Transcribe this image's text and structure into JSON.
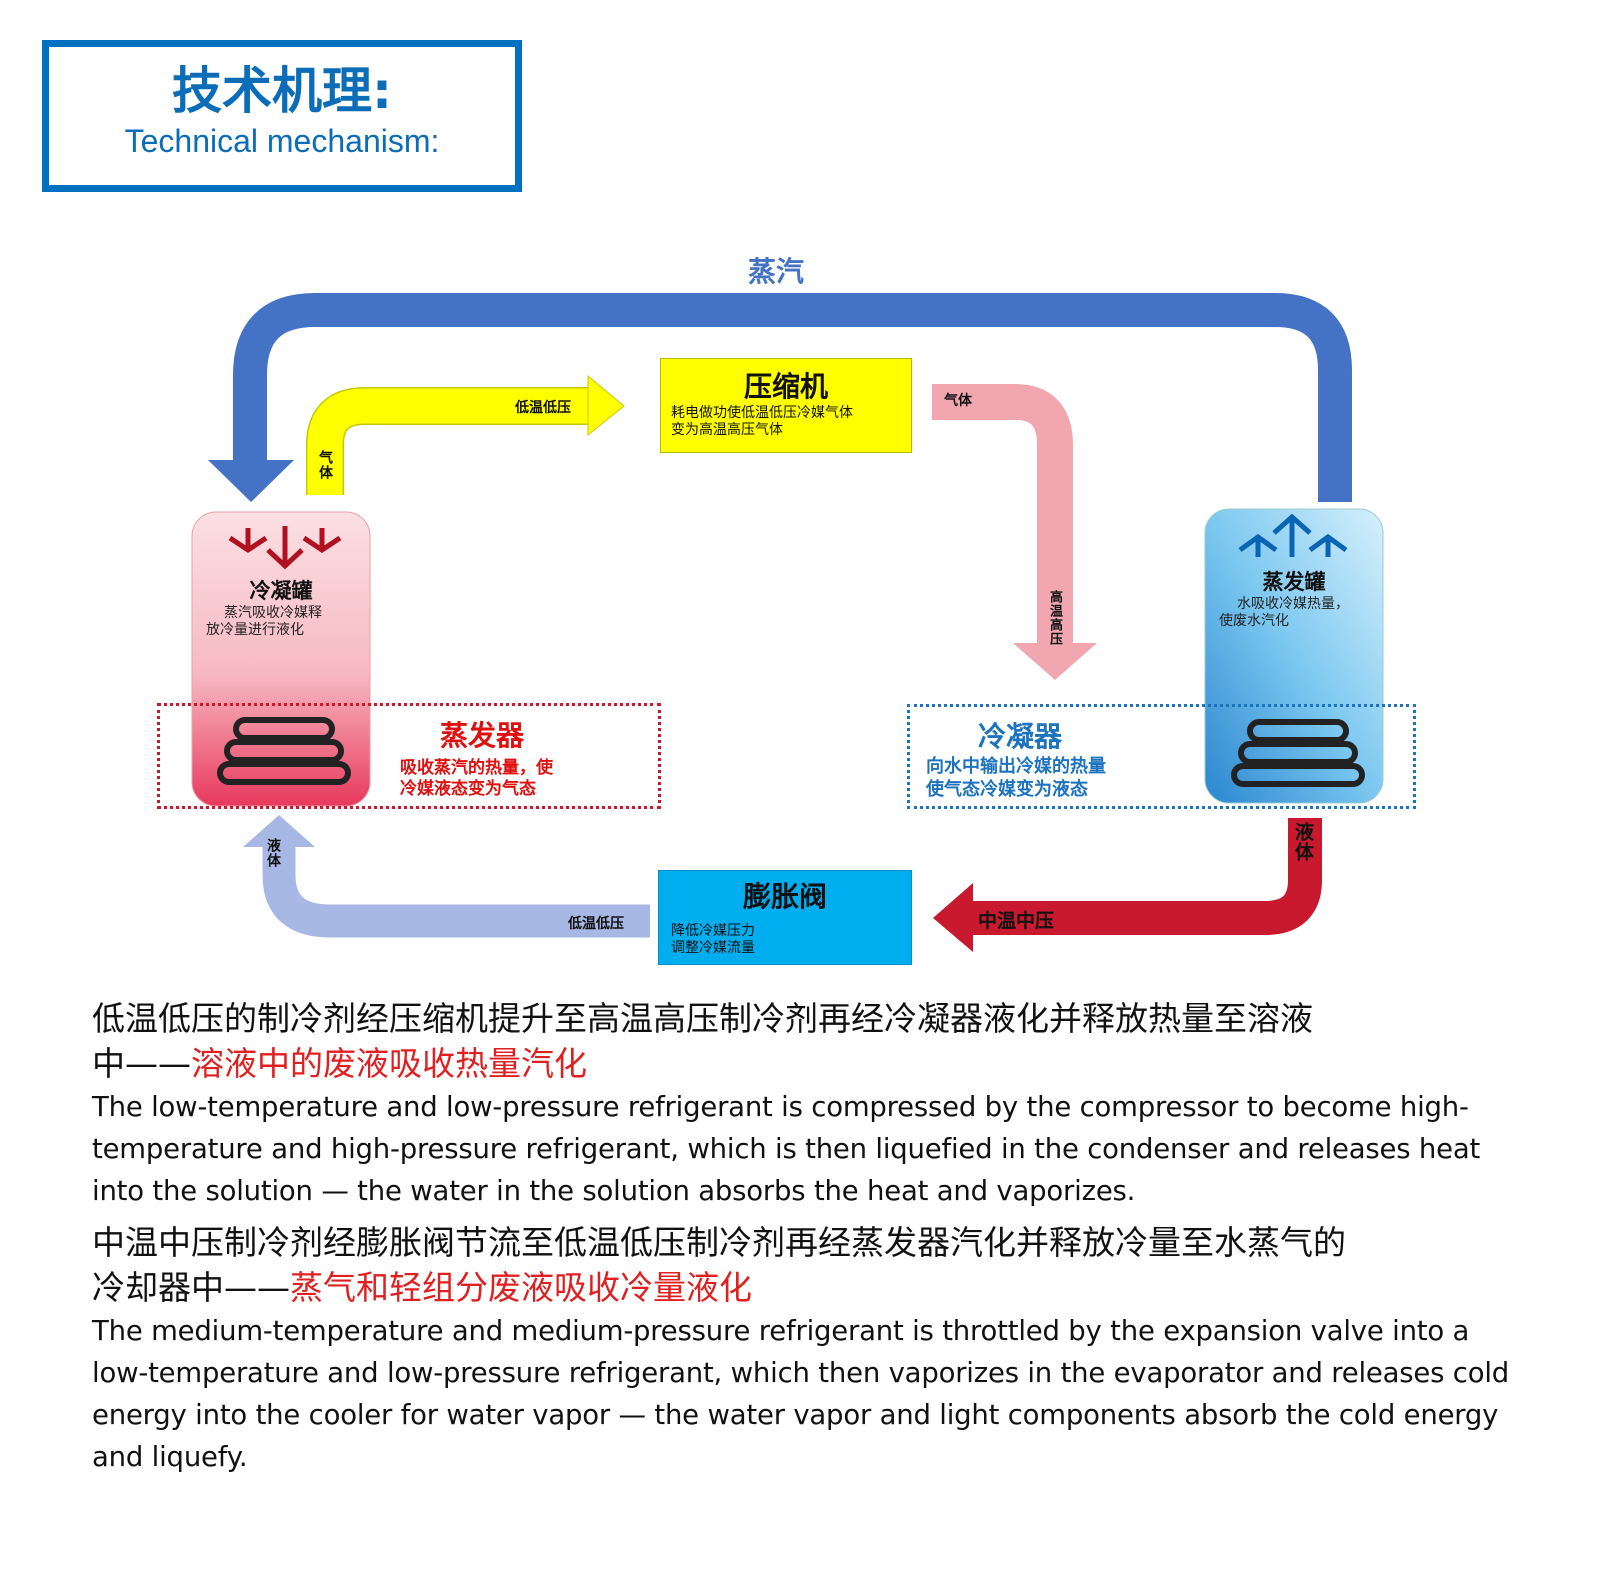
{
  "title": {
    "zh": "技术机理:",
    "en": "Technical mechanism:"
  },
  "diagram": {
    "steam_label": "蒸汽",
    "compressor": {
      "title": "压缩机",
      "desc1": "耗电做功使低温低压冷媒气体",
      "desc2": "变为高温高压气体"
    },
    "expansion_valve": {
      "title": "膨胀阀",
      "desc1": "降低冷媒压力",
      "desc2": "调整冷媒流量"
    },
    "condensing_tank": {
      "title": "冷凝罐",
      "desc1": "蒸汽吸收冷媒释",
      "desc2": "放冷量进行液化"
    },
    "evaporating_tank": {
      "title": "蒸发罐",
      "desc1": "水吸收冷媒热量，",
      "desc2": "使废水汽化"
    },
    "evaporator": {
      "title": "蒸发器",
      "desc1": "吸收蒸汽的热量，使",
      "desc2": "冷媒液态变为气态"
    },
    "condenser": {
      "title": "冷凝器",
      "desc1": "向水中输出冷媒的热量",
      "desc2": "使气态冷媒变为液态"
    },
    "arrows": {
      "yellow_state": "低温低压",
      "yellow_phase": "气体",
      "pink_phase": "气体",
      "pink_state": "高温高压",
      "red_phase": "液体",
      "red_state": "中温中压",
      "lightblue_state": "低温低压",
      "lightblue_phase": "液体"
    },
    "colors": {
      "steam": "#4472C4",
      "yellow": "#FFFF00",
      "pink": "#F2A7B0",
      "red": "#C8192E",
      "lightblue": "#A6B8E3",
      "valve": "#00AEEF",
      "title_border": "#0070C0"
    }
  },
  "text": {
    "p1_zh": "低温低压的制冷剂经压缩机提升至高温高压制冷剂再经冷凝器液化并释放热量至溶液",
    "p1_zh2_black": "中——",
    "p1_zh2_red": "溶液中的废液吸收热量汽化",
    "p1_en": "The low-temperature and low-pressure refrigerant is compressed by the compressor to become high-temperature and high-pressure refrigerant, which is then liquefied in the condenser and releases heat into the solution — the water in the solution absorbs the heat and vaporizes.",
    "p2_zh": "中温中压制冷剂经膨胀阀节流至低温低压制冷剂再经蒸发器汽化并释放冷量至水蒸气的",
    "p2_zh2_black": "冷却器中——",
    "p2_zh2_red": "蒸气和轻组分废液吸收冷量液化",
    "p2_en": "The medium-temperature and medium-pressure refrigerant is throttled by the expansion valve into a low-temperature and low-pressure refrigerant, which then vaporizes in the evaporator and releases cold energy into the cooler for water vapor — the water vapor and light components absorb the cold energy and liquefy."
  }
}
